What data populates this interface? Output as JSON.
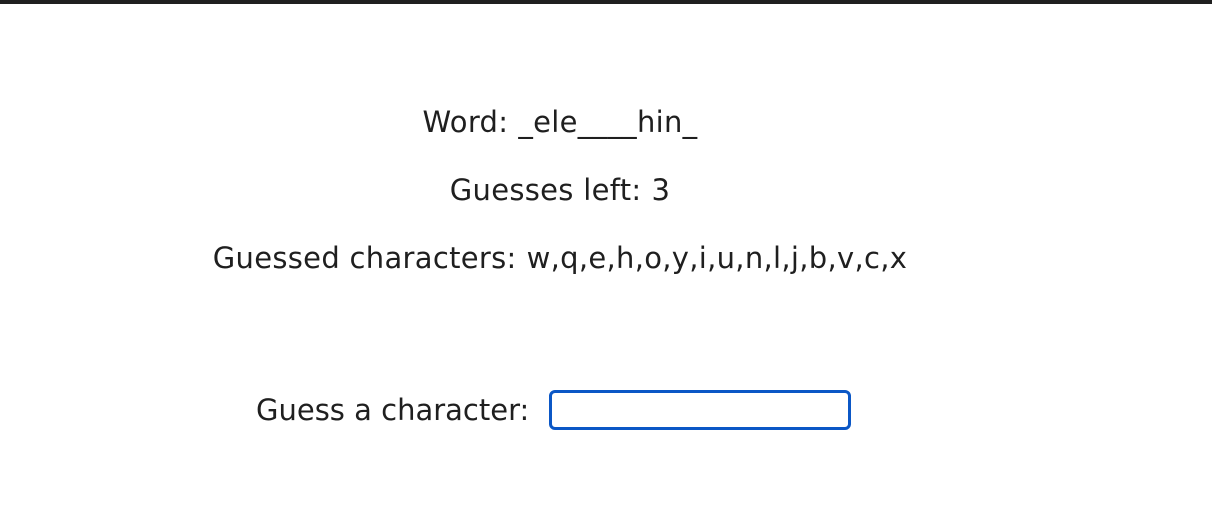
{
  "game": {
    "word": {
      "label": "Word:",
      "value": "_ele____hin_"
    },
    "guesses_left": {
      "label": "Guesses left:",
      "value": "3"
    },
    "guessed_characters": {
      "label": "Guessed characters:",
      "value": "w,q,e,h,o,y,i,u,n,l,j,b,v,c,x"
    },
    "guess_input": {
      "label": "Guess a character:",
      "value": "",
      "placeholder": ""
    }
  },
  "colors": {
    "text": "#1f1f1f",
    "input_border": "#0b57c6",
    "background": "#ffffff"
  }
}
